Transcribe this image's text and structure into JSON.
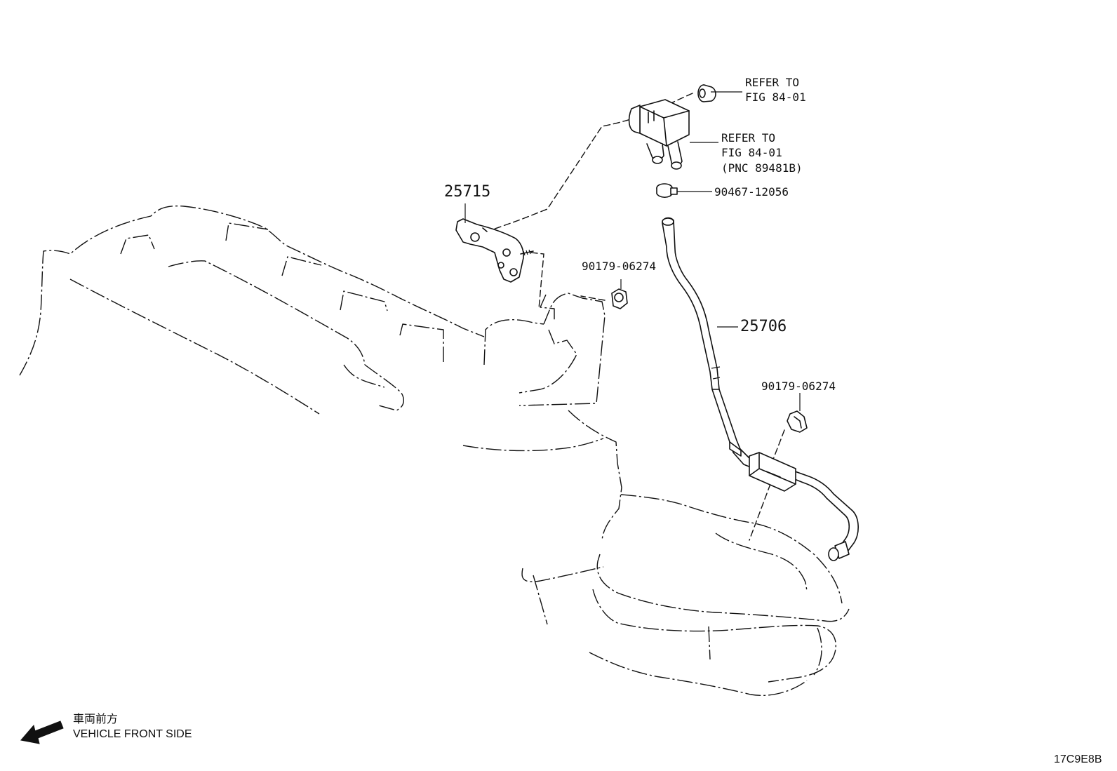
{
  "labels": {
    "ref_bushing_l1": "REFER TO",
    "ref_bushing_l2": "FIG 84-01",
    "ref_sensor_l1": "REFER TO",
    "ref_sensor_l2": "FIG 84-01",
    "ref_sensor_l3": "(PNC 89481B)",
    "clamp": "90467-12056",
    "bracket": "25715",
    "nut_upper": "90179-06274",
    "pipe": "25706",
    "nut_lower": "90179-06274",
    "front_jp": "車両前方",
    "front_en": "VEHICLE FRONT SIDE",
    "figure_code": "17C9E8B"
  },
  "icons": {
    "front_arrow": "arrow-left-down-icon"
  }
}
